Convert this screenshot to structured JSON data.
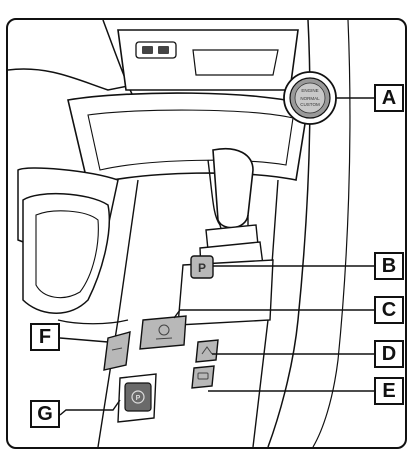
{
  "callouts": {
    "a": "A",
    "b": "B",
    "c": "C",
    "d": "D",
    "e": "E",
    "f": "F",
    "g": "G"
  },
  "start_button": {
    "line1": "ENGINE",
    "line2": "NORMAL",
    "line3": "CUSTOM"
  },
  "park_button_label": "P",
  "colors": {
    "outline": "#111111",
    "button_fill": "#b8b8b8",
    "button_dark": "#6a6a6a",
    "background": "#ffffff"
  },
  "icons": {
    "a": "engine-start-button-icon",
    "b": "park-button-icon",
    "c": "drive-mode-button-icon",
    "d": "hill-descent-button-icon",
    "e": "traction-off-button-icon",
    "f": "side-button-icon",
    "g": "electric-parking-brake-icon"
  }
}
